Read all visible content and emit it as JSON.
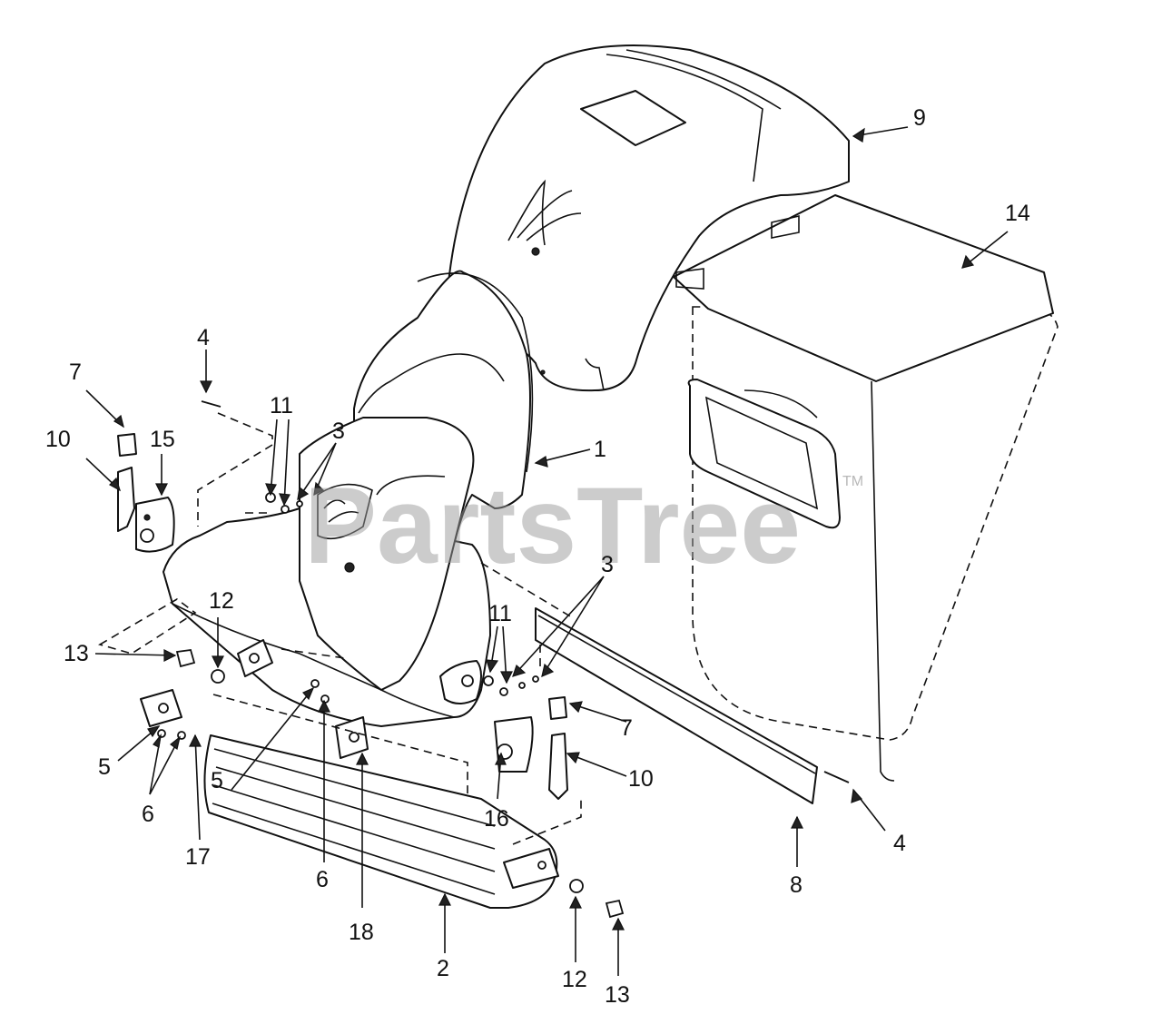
{
  "watermark": {
    "text": "PartsTree",
    "trademark": "TM"
  },
  "callouts": [
    "9",
    "14",
    "4",
    "7",
    "11",
    "3",
    "1",
    "10",
    "15",
    "12",
    "3",
    "11",
    "13",
    "7",
    "5",
    "10",
    "6",
    "5",
    "16",
    "4",
    "17",
    "6",
    "18",
    "8",
    "2",
    "12",
    "13"
  ]
}
